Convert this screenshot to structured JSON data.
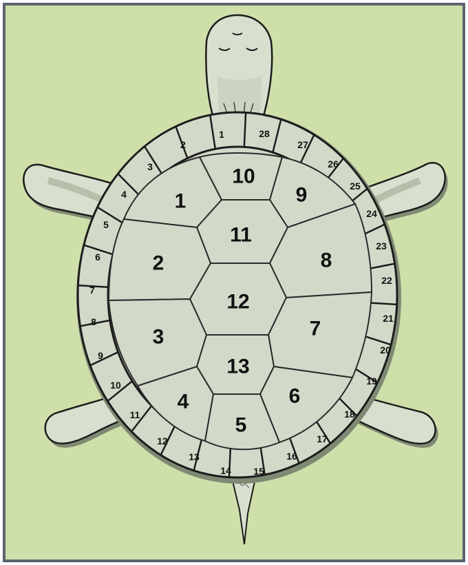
{
  "colors": {
    "background": "#cfdfaa",
    "frame": "#5a6470",
    "shell_fill": "#d2d9c9",
    "shell_light": "#e4e9dc",
    "skin": "#d9dfcf",
    "skin_shadow": "#b7bfab",
    "outline": "#1c1c1c",
    "drop_shadow": "#7f8a74"
  },
  "central_scutes": [
    {
      "id": "scute-1",
      "label": "1"
    },
    {
      "id": "scute-2",
      "label": "2"
    },
    {
      "id": "scute-3",
      "label": "3"
    },
    {
      "id": "scute-4",
      "label": "4"
    },
    {
      "id": "scute-5",
      "label": "5"
    },
    {
      "id": "scute-6",
      "label": "6"
    },
    {
      "id": "scute-7",
      "label": "7"
    },
    {
      "id": "scute-8",
      "label": "8"
    },
    {
      "id": "scute-9",
      "label": "9"
    },
    {
      "id": "scute-10",
      "label": "10"
    },
    {
      "id": "scute-11",
      "label": "11"
    },
    {
      "id": "scute-12",
      "label": "12"
    },
    {
      "id": "scute-13",
      "label": "13"
    }
  ],
  "marginal_scutes": [
    "1",
    "2",
    "3",
    "4",
    "5",
    "6",
    "7",
    "8",
    "9",
    "10",
    "11",
    "12",
    "13",
    "14",
    "15",
    "16",
    "17",
    "18",
    "19",
    "20",
    "21",
    "22",
    "23",
    "24",
    "25",
    "26",
    "27",
    "28"
  ]
}
